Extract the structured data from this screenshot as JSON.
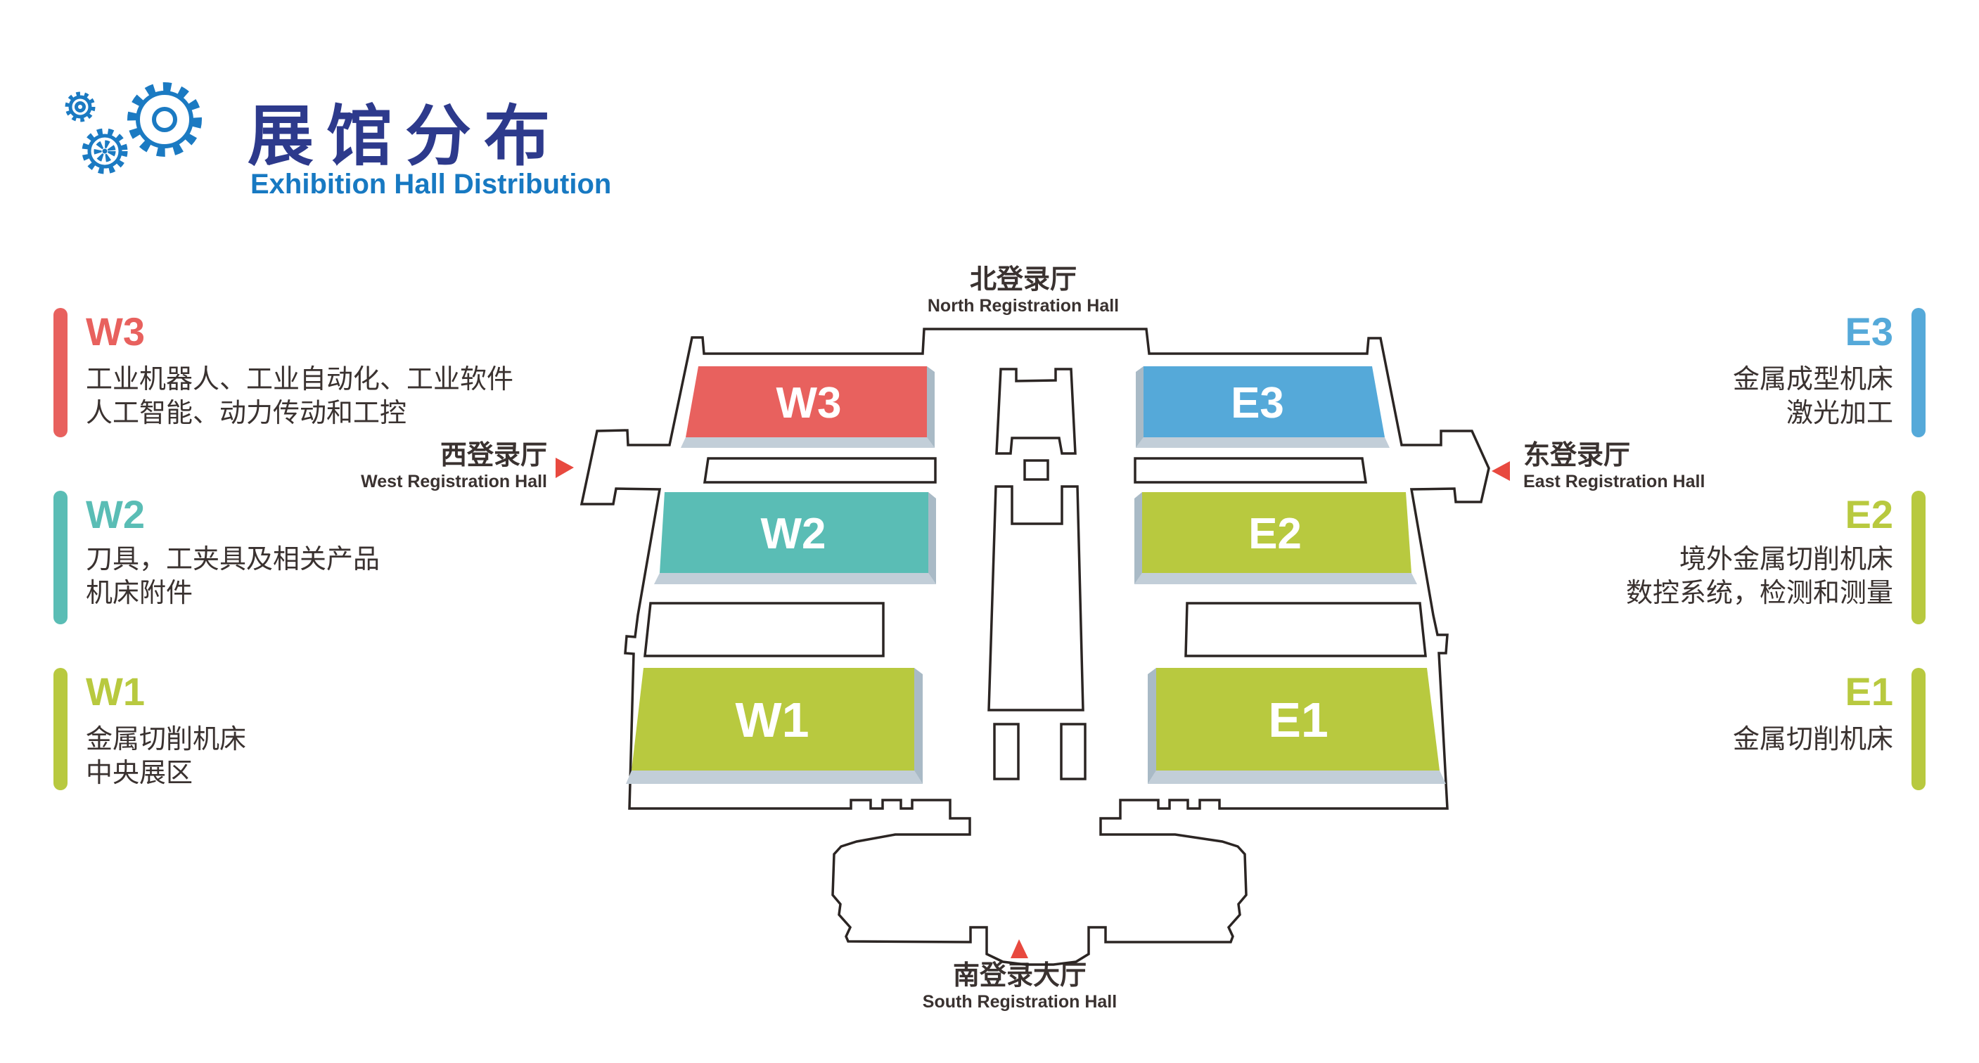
{
  "header": {
    "title": "展馆分布",
    "subtitle": "Exhibition Hall Distribution",
    "icon": "gears-icon"
  },
  "colors": {
    "title_navy": "#2d3a8c",
    "accent_blue": "#1779c2",
    "outline_dark": "#2b2523",
    "shadow_gray": "#c2ced8",
    "shadow_gray_dark": "#a9bac6",
    "arrow_red": "#e8493f"
  },
  "legend": {
    "west": [
      {
        "code": "W3",
        "color": "#e8615e",
        "lines": [
          "工业机器人、工业自动化、工业软件",
          "人工智能、动力传动和工控"
        ]
      },
      {
        "code": "W2",
        "color": "#5abdb5",
        "lines": [
          "刀具，工夹具及相关产品",
          "机床附件"
        ]
      },
      {
        "code": "W1",
        "color": "#b8c93f",
        "lines": [
          "金属切削机床",
          "中央展区"
        ]
      }
    ],
    "east": [
      {
        "code": "E3",
        "color": "#55a9d9",
        "lines": [
          "金属成型机床",
          "激光加工"
        ]
      },
      {
        "code": "E2",
        "color": "#b8c93f",
        "lines": [
          "境外金属切削机床",
          "数控系统，检测和测量"
        ]
      },
      {
        "code": "E1",
        "color": "#b8c93f",
        "lines": [
          "金属切削机床"
        ]
      }
    ]
  },
  "map": {
    "halls": {
      "W3": {
        "label": "W3",
        "color": "#e8615e"
      },
      "W2": {
        "label": "W2",
        "color": "#5abdb5"
      },
      "W1": {
        "label": "W1",
        "color": "#b8c93f"
      },
      "E3": {
        "label": "E3",
        "color": "#55a9d9"
      },
      "E2": {
        "label": "E2",
        "color": "#b8c93f"
      },
      "E1": {
        "label": "E1",
        "color": "#b8c93f"
      }
    },
    "entrances": {
      "north": {
        "zh": "北登录厅",
        "en": "North Registration Hall"
      },
      "west": {
        "zh": "西登录厅",
        "en": "West Registration Hall"
      },
      "east": {
        "zh": "东登录厅",
        "en": "East Registration Hall"
      },
      "south": {
        "zh": "南登录大厅",
        "en": "South Registration Hall"
      }
    },
    "arrow_color": "#e8493f"
  }
}
